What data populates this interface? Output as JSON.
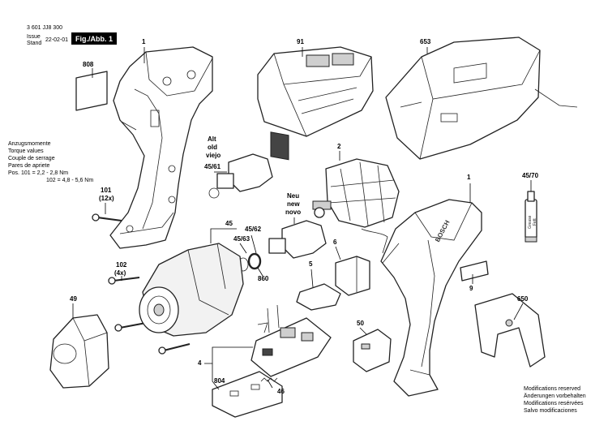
{
  "header": {
    "doc_number": "3 601 JJ8 300",
    "issue_label_1": "Issue",
    "issue_label_2": "Stand",
    "issue_date": "22-02-01",
    "figure_label": "Fig./Abb. 1"
  },
  "torque": {
    "line1": "Anzugsmomente",
    "line2": "Torque values",
    "line3": "Couple de serrage",
    "line4": "Pares de apriete",
    "line5": "Pos.  101 = 2,2 - 2,8 Nm",
    "line6": "102 = 4,8 - 5,6 Nm"
  },
  "callouts": {
    "c1_top": "1",
    "c91": "91",
    "c653": "653",
    "c808": "808",
    "alt1": "Alt",
    "alt2": "old",
    "alt3": "viejo",
    "c4561": "45/61",
    "c2": "2",
    "c1_right": "1",
    "c4570": "45/70",
    "c101": "101",
    "c101b": "(12x)",
    "neu1": "Neu",
    "neu2": "new",
    "neu3": "novo",
    "c45": "45",
    "c4562": "45/62",
    "c4563": "45/63",
    "c6": "6",
    "c102": "102",
    "c102b": "(4x)",
    "c860": "860",
    "c5": "5",
    "c9": "9",
    "c49": "49",
    "c650": "650",
    "c50": "50",
    "c4": "4",
    "c804": "804",
    "c46": "46"
  },
  "footer": {
    "line1": "Modifications reserved",
    "line2": "Änderungen vorbehalten",
    "line3": "Modifications resérvées",
    "line4": "Salvo modificaciones"
  },
  "product_text": {
    "brand": "BOSCH",
    "grease_1": "Grease",
    "grease_2": "Fett"
  }
}
